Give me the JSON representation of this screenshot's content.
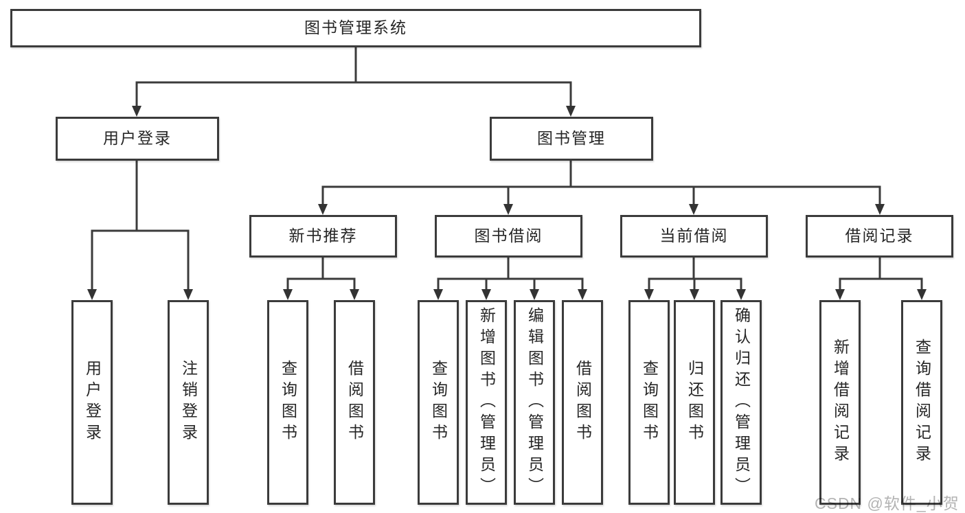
{
  "nodes": {
    "root": {
      "label": "图书管理系统"
    },
    "user_login": {
      "label": "用户登录",
      "children": [
        {
          "label": "用户登录"
        },
        {
          "label": "注销登录"
        }
      ]
    },
    "book_mgmt": {
      "label": "图书管理",
      "children": [
        {
          "label": "新书推荐",
          "children": [
            {
              "label": "查询图书"
            },
            {
              "label": "借阅图书"
            }
          ]
        },
        {
          "label": "图书借阅",
          "children": [
            {
              "label": "查询图书"
            },
            {
              "label": "新增图书（管理员）"
            },
            {
              "label": "编辑图书（管理员）"
            },
            {
              "label": "借阅图书"
            }
          ]
        },
        {
          "label": "当前借阅",
          "children": [
            {
              "label": "查询图书"
            },
            {
              "label": "归还图书"
            },
            {
              "label": "确认归还（管理员）"
            }
          ]
        },
        {
          "label": "借阅记录",
          "children": [
            {
              "label": "新增借阅记录"
            },
            {
              "label": "查询借阅记录"
            }
          ]
        }
      ]
    }
  },
  "watermark": "CSDN @软件_小贺同学",
  "colors": {
    "line": "#3b3b3b",
    "box_bg": "#ffffff",
    "text": "#262626",
    "watermark": "#a6a6a6"
  }
}
